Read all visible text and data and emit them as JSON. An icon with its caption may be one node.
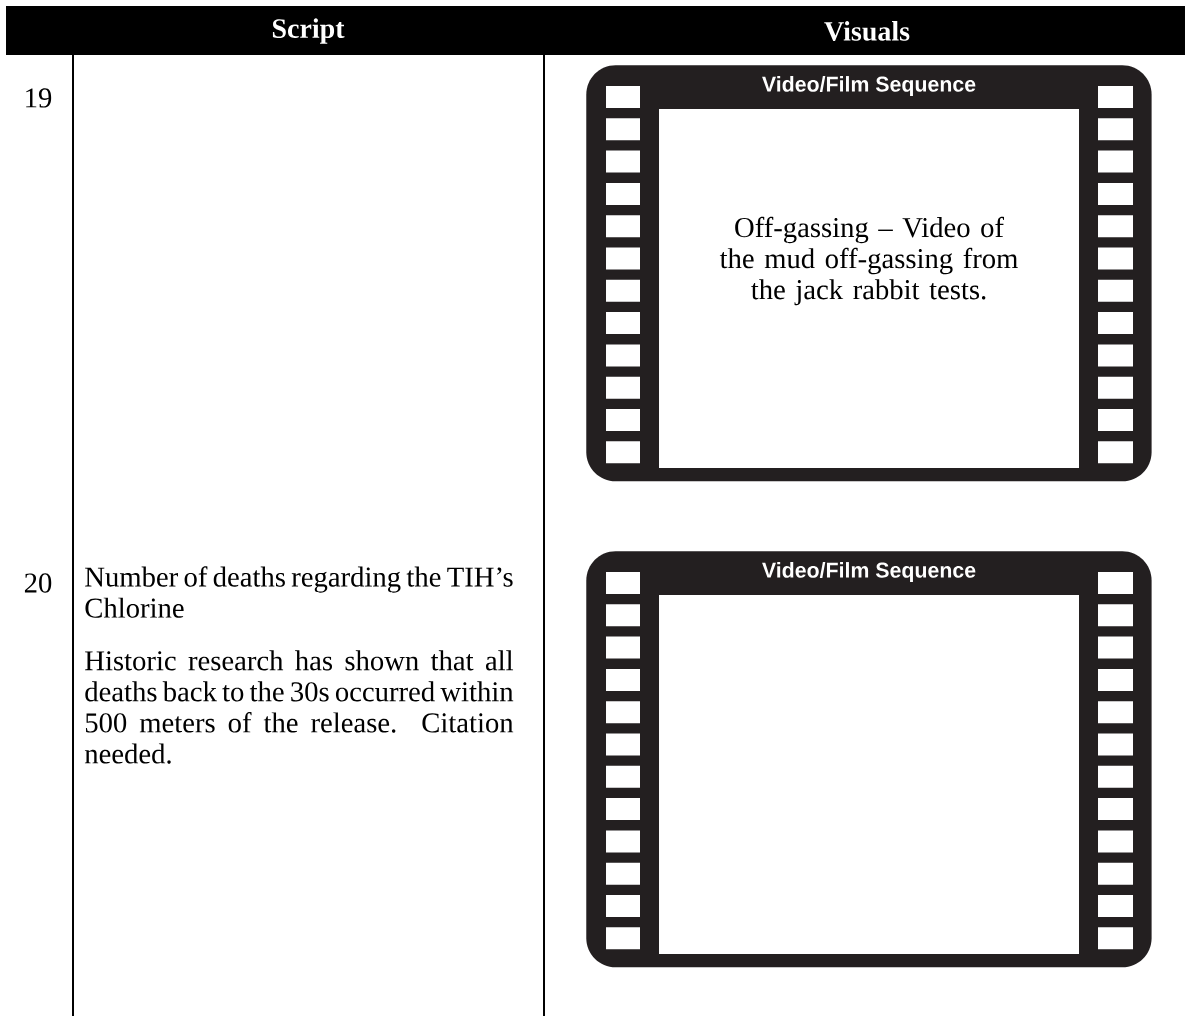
{
  "diagram": {
    "nodes": [
      {
        "text": [
          "Video/Film Sequence",
          "Off-gassing – Video of the mud off-gassing from the jack rabbit tests."
        ]
      },
      {
        "text": [
          "Video/Film Sequence"
        ]
      }
    ],
    "labels": [
      "Script",
      "Visuals",
      "19",
      "20",
      "Number of deaths regarding the TIH’s  Chlorine",
      "Historic research has shown that all deaths back to the 30s occurred within 500 meters of the release.  Citation needed."
    ]
  }
}
